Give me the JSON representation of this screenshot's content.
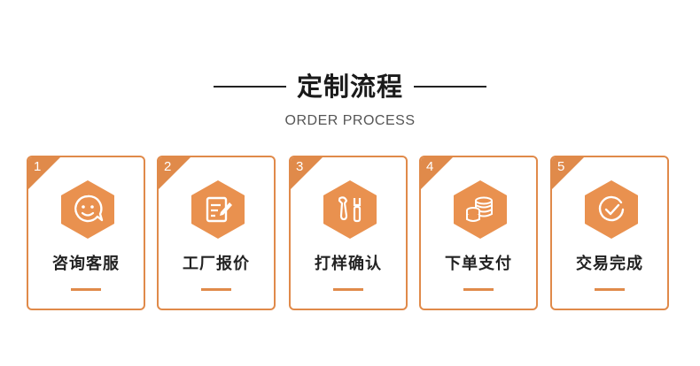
{
  "header": {
    "title": "定制流程",
    "subtitle": "ORDER PROCESS"
  },
  "colors": {
    "accent": "#e08a4a",
    "hex_fill": "#e9914f",
    "text": "#222222"
  },
  "steps": [
    {
      "number": "1",
      "label": "咨询客服",
      "icon": "smile-chat-icon"
    },
    {
      "number": "2",
      "label": "工厂报价",
      "icon": "document-edit-icon"
    },
    {
      "number": "3",
      "label": "打样确认",
      "icon": "tools-icon"
    },
    {
      "number": "4",
      "label": "下单支付",
      "icon": "coins-icon"
    },
    {
      "number": "5",
      "label": "交易完成",
      "icon": "check-circle-icon"
    }
  ]
}
